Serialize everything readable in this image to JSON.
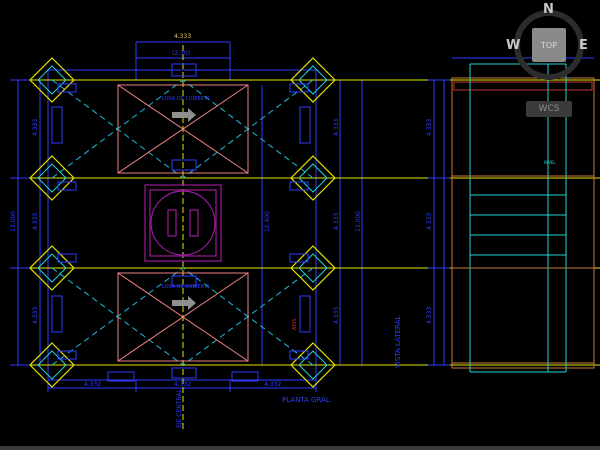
{
  "viewcube": {
    "north": "N",
    "west": "W",
    "east": "E",
    "face": "TOP"
  },
  "wcs_label": "WCS",
  "drawing": {
    "dims": {
      "top_outer": "4.333",
      "top_inner": "(2.30)",
      "bottom_left": "4.332",
      "bottom_center": "4.332",
      "bottom_right": "4.332",
      "left_total": "13.000",
      "left_a": "4.333",
      "left_b": "4.333",
      "left_c": "4.333",
      "right_a": "4.333",
      "right_b": "4.333",
      "right_c": "4.333",
      "right_total": "13.000",
      "center_inner": "10.400",
      "side_a": "4.333",
      "side_b": "4.333",
      "side_c": "4.333"
    },
    "labels": {
      "plan_title": "PLANTA GRAL.",
      "axis_label": "EJE CENTRAL",
      "lateral_view": "VISTA LATERAL",
      "upper_slab": "LOSA DE CUBIERTA",
      "lower_slab": "LOSA DE CUBIERTA",
      "note_small": "NIVEL",
      "side_note": "AXIS"
    },
    "colors": {
      "blue": "#2e3bff",
      "cyan": "#22d3d3",
      "yellow": "#e6e600",
      "pink": "#f08080",
      "purple": "#8a0e8a",
      "orange": "#c8783c",
      "grey": "#a0a0a0"
    }
  }
}
